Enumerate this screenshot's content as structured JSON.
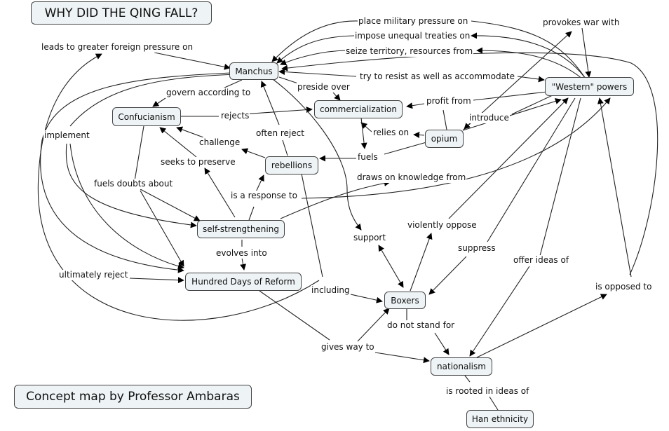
{
  "title": "WHY DID THE QING FALL?",
  "credit": "Concept map by Professor Ambaras",
  "nodes": {
    "manchus": "Manchus",
    "confucianism": "Confucianism",
    "commercialization": "commercialization",
    "opium": "opium",
    "western": "\"Western\" powers",
    "rebellions": "rebellions",
    "self_strengthening": "self-strengthening",
    "hundred_days": "Hundred Days of Reform",
    "boxers": "Boxers",
    "nationalism": "nationalism",
    "han": "Han ethnicity"
  },
  "links": {
    "place_military": "place military pressure on",
    "unequal_treaties": "impose unequal treaties on",
    "seize_territory": "seize territory, resources from",
    "provokes_war": "provokes war with",
    "foreign_pressure": "leads to greater foreign pressure on",
    "resist": "try to resist as well as accommodate",
    "govern": "govern according to",
    "preside": "preside over",
    "rejects": "rejects",
    "profit": "profit from",
    "introduce": "introduce",
    "implement": "implement",
    "relies": "relies on",
    "often_reject": "often reject",
    "challenge": "challenge",
    "fuels": "fuels",
    "seeks": "seeks to preserve",
    "fuels_doubts": "fuels doubts about",
    "draws": "draws on knowledge from",
    "response": "is a response to",
    "violently": "violently oppose",
    "support": "support",
    "evolves": "evolves into",
    "suppress": "suppress",
    "offer": "offer ideas of",
    "ultimately": "ultimately reject",
    "opposed": "is opposed to",
    "including": "including",
    "stand": "do not stand for",
    "gives_way": "gives way to",
    "rooted": "is rooted in ideas of"
  }
}
